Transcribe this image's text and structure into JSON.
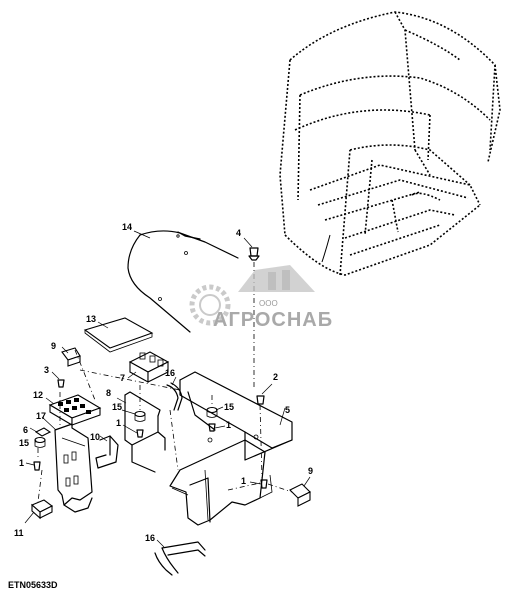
{
  "figure_code": "ETN05633D",
  "watermark": {
    "company_prefix": "ООО",
    "company_name": "АГРОСНАБ"
  },
  "callouts": {
    "c1a": "1",
    "c1b": "1",
    "c1c": "1",
    "c1d": "1",
    "c2": "2",
    "c3": "3",
    "c4": "4",
    "c5": "5",
    "c6": "6",
    "c7": "7",
    "c8": "8",
    "c9a": "9",
    "c9b": "9",
    "c10": "10",
    "c11": "11",
    "c12": "12",
    "c13": "13",
    "c14": "14",
    "c15a": "15",
    "c15b": "15",
    "c15c": "15",
    "c16a": "16",
    "c16b": "16",
    "c17": "17"
  },
  "colors": {
    "line": "#000000",
    "watermark": "#b9b9b9",
    "background": "#ffffff"
  }
}
